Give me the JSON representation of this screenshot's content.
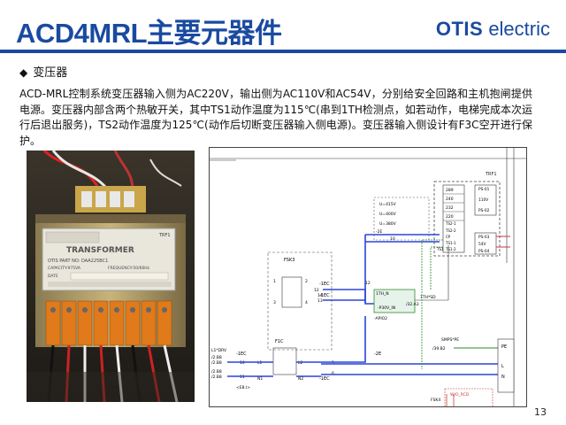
{
  "header": {
    "title": "ACD4MRL主要元器件",
    "logo_brand": "OTIS",
    "logo_suffix": "electric"
  },
  "section": {
    "bullet": "◆",
    "heading": "变压器"
  },
  "body": {
    "paragraph": "ACD-MRL控制系统变压器输入侧为AC220V，输出侧为AC110V和AC54V，分别给安全回路和主机抱闸提供电源。变压器内部含两个热敏开关，其中TS1动作温度为115℃(串到1TH检测点，如若动作，电梯完成本次运行后退出服务)，TS2动作温度为125℃(动作后切断变压器输入侧电源)。变压器输入侧设计有F3C空开进行保护。"
  },
  "photo": {
    "label_trf": "TRF1",
    "plate_title": "TRANSFORMER",
    "plate_part": "OTIS PART NO: DAA225BC1",
    "plate_capacity": "CAPACITY:975VA",
    "plate_freq": "FREQUENCY:50/60Hz",
    "plate_date": "DATE"
  },
  "schematic": {
    "trf1": "TRF1",
    "t289": "289",
    "t240": "240",
    "t232": "232",
    "t220": "220",
    "ts21": "TS2-1",
    "ts22": "TS2-2",
    "tcp": "CP",
    "ts11": "TS1-1",
    "ts1": "TS1",
    "ts12": "TS1-2",
    "ps01": "PS-01",
    "v110": "110V",
    "ps02": "PS-02",
    "ps03": "PS-03",
    "v54": "54V",
    "ps04": "PS-04",
    "u415": "U=415V",
    "u400": "U=400V",
    "u380": "U=380V",
    "term2e": "-2E",
    "n10": "10",
    "n12": "12",
    "fsk3": "FSK3",
    "n1": "1",
    "n2": "2",
    "n3": "3",
    "n4": "4",
    "n13": "13",
    "n14": "14",
    "ec1": "-1EC",
    "ec2": "-1EC",
    "ith_n": "1TH_N",
    "p30v": "-P30V_IN",
    "apio": "-APIO2",
    "ithsd": "1TH*SD",
    "ref1": "/32.A3",
    "f1c": "F1C",
    "l1drv": "L1*DRV",
    "b8a": "/2.B8",
    "b8b": "/2.B8",
    "b8c": "/2.B8",
    "b8d": "/2.B8",
    "ec3": "-1EC",
    "ec4": "-1EC",
    "e2": "-2E",
    "n5": "5",
    "n6": "6",
    "n10b": "10",
    "n11": "11",
    "l1": "L1",
    "l2": "L2",
    "n1b": "N1",
    "n2b": "N2",
    "e81": "<E8.I>",
    "smps": "SMPS*PE",
    "ref2": "/39.B2",
    "pe": "PE",
    "lL": "L",
    "lN": "N",
    "wo_rcd": "W/O_RCD",
    "fsk4": "FSK4"
  },
  "footer": {
    "page": "13"
  },
  "colors": {
    "title": "#1a4aa0",
    "wire_blue": "#2b45d6",
    "wire_green": "#2e8b2e",
    "wire_red": "#c83a3a"
  }
}
